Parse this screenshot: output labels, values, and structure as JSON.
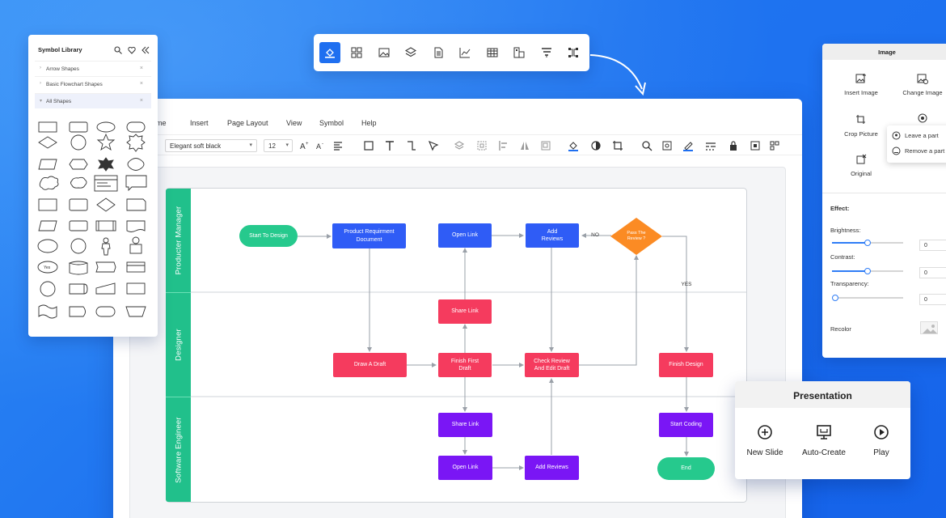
{
  "colors": {
    "accent": "#1f6ff0",
    "lane": "#21c08b",
    "blue": "#2f5cf6",
    "red": "#f53b5e",
    "purple": "#7a16f5",
    "green": "#26c98d",
    "orange": "#fb8b24"
  },
  "editor": {
    "menu": [
      "ome",
      "Insert",
      "Page Layout",
      "View",
      "Symbol",
      "Help"
    ],
    "font_family": "Elegant soft black",
    "font_size": "12"
  },
  "top_toolbar": {
    "icons": [
      "fill-icon",
      "grid-icon",
      "image-icon",
      "layers-icon",
      "document-icon",
      "chart-icon",
      "table-icon",
      "layout-icon",
      "align-icon",
      "connector-icon"
    ]
  },
  "symbol_library": {
    "title": "Symbol Library",
    "categories": [
      "Arrow Shapes",
      "Basic Flowchart Shapes",
      "All Shapes"
    ],
    "shape_texts": {
      "yes": "Yes"
    }
  },
  "flowchart": {
    "lanes": [
      "Producter Manager",
      "Designer",
      "Software Engineer"
    ],
    "nodes": {
      "start": "Start To Design",
      "product_req": "Product Requirment Document",
      "open_link_1": "Open Link",
      "add_reviews_1": "Add Reviews",
      "pass_review": "Pass The Review ?",
      "share_link_1": "Share Link",
      "draw_draft": "Draw A Draft",
      "finish_first": "Finish First Draft",
      "check_review": "Check Review And Edit Draft",
      "finish_design": "Finish Design",
      "share_link_2": "Share Link",
      "open_link_2": "Open Link",
      "add_reviews_2": "Add Reviews",
      "start_coding": "Start Coding",
      "end": "End"
    },
    "labels": {
      "no": "NO",
      "yes": "YES"
    }
  },
  "image_panel": {
    "title": "Image",
    "buttons": [
      "Insert Image",
      "Change Image",
      "Crop Picture",
      "Original"
    ],
    "popup": [
      "Leave a part",
      "Remove a part"
    ],
    "effect_label": "Effect:",
    "brightness": {
      "label": "Brightness:",
      "value": "0",
      "level": 0.5
    },
    "contrast": {
      "label": "Contrast:",
      "value": "0",
      "level": 0.5
    },
    "transparency": {
      "label": "Transparency:",
      "value": "0",
      "level": 0
    },
    "recolor_label": "Recolor"
  },
  "presentation": {
    "title": "Presentation",
    "buttons": [
      "New Slide",
      "Auto-Create",
      "Play"
    ]
  }
}
